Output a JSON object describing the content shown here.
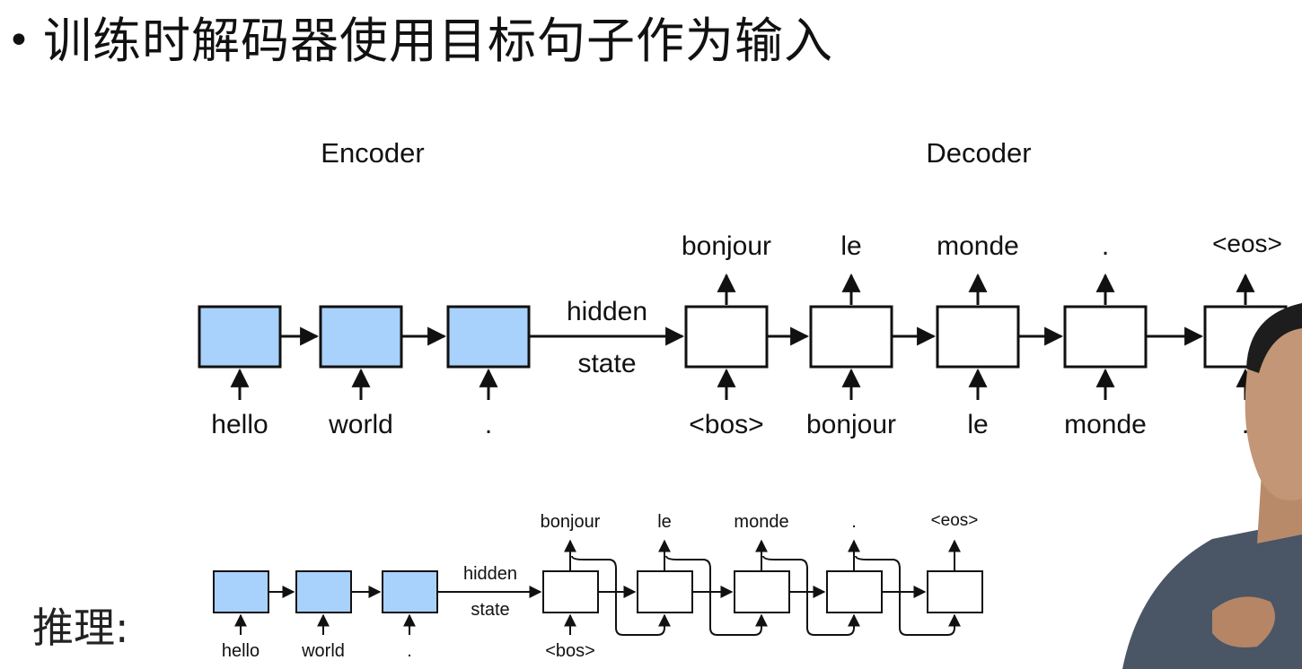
{
  "slide": {
    "bullet": "•",
    "title": "训练时解码器使用目标句子作为输入",
    "inference_label": "推理:"
  },
  "training_diagram": {
    "encoder_label": "Encoder",
    "decoder_label": "Decoder",
    "hidden_label_1": "hidden",
    "hidden_label_2": "state",
    "encoder_inputs": [
      "hello",
      "world",
      "."
    ],
    "decoder_inputs": [
      "<bos>",
      "bonjour",
      "le",
      "monde",
      "."
    ],
    "decoder_outputs": [
      "bonjour",
      "le",
      "monde",
      ".",
      "<eos>"
    ]
  },
  "inference_diagram": {
    "hidden_label_1": "hidden",
    "hidden_label_2": "state",
    "encoder_inputs": [
      "hello",
      "world",
      "."
    ],
    "decoder_input": "<bos>",
    "decoder_outputs": [
      "bonjour",
      "le",
      "monde",
      ".",
      "<eos>"
    ]
  },
  "colors": {
    "encoder_fill": "#a8d1fb",
    "decoder_fill": "#ffffff",
    "stroke": "#111111"
  }
}
